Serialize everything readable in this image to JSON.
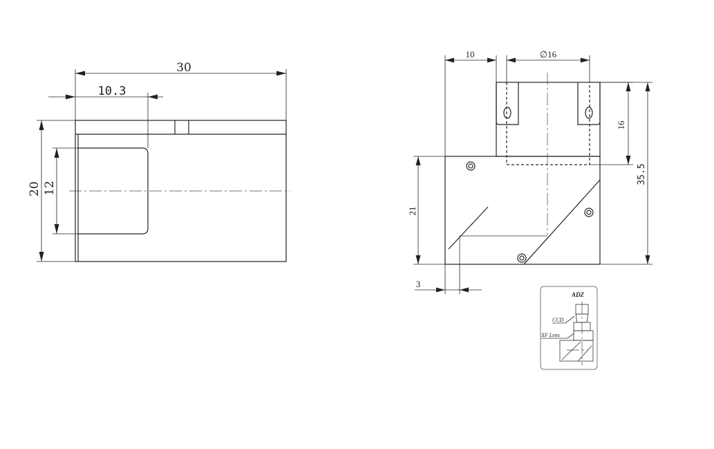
{
  "left_view": {
    "dim_overall_width": "30",
    "dim_window_width": "10.3",
    "dim_overall_height": "20",
    "dim_window_height": "12"
  },
  "right_view": {
    "dim_top_offset": "10",
    "dim_diameter": "∅16",
    "dim_tube_height": "16",
    "dim_total_height": "35.5",
    "dim_body_height": "21",
    "dim_bottom_offset": "3"
  },
  "inset": {
    "title": "ADZ",
    "ccd_label": "CCD",
    "lens_label": "XF Lens"
  }
}
